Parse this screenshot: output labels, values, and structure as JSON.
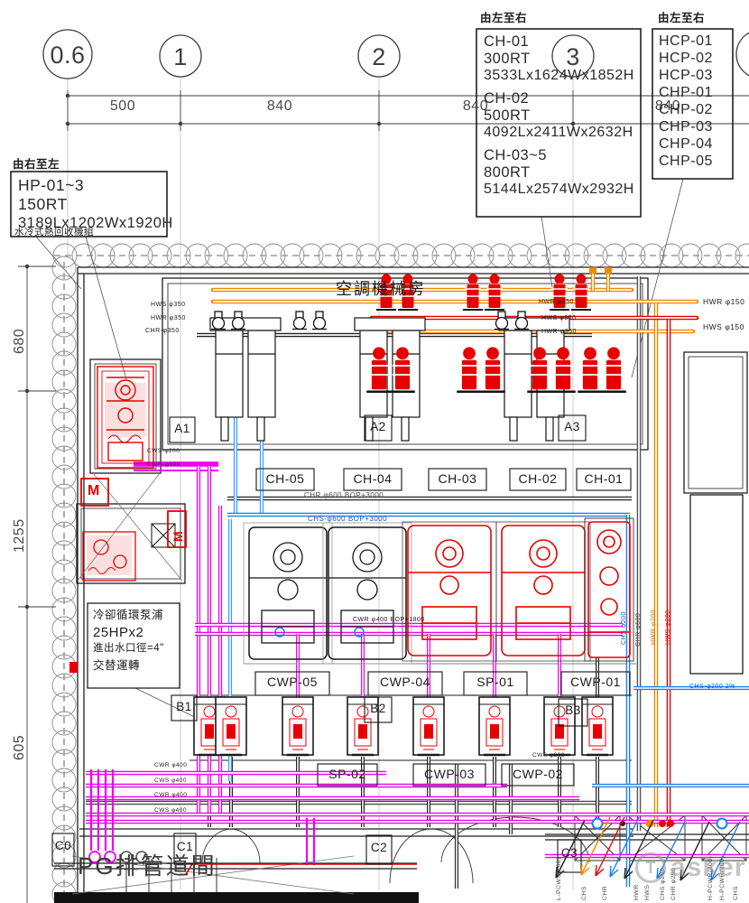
{
  "grid": {
    "bubbles": [
      "0.6",
      "1",
      "2",
      "3"
    ],
    "dims": [
      "500",
      "840",
      "840",
      "840"
    ]
  },
  "vdims": [
    "680",
    "1255",
    "605"
  ],
  "callout_hp": {
    "dir": "由右至左",
    "lines": [
      "HP-01~3",
      "150RT",
      "3189Lx1202Wx1920H"
    ],
    "note": "水冷式熱回收機組"
  },
  "callout_ch": {
    "dir": "由左至右",
    "lines": [
      "CH-01",
      "300RT",
      "3533Lx1624Wx1852H",
      "CH-02",
      "500RT",
      "4092Lx2411Wx2632H",
      "CH-03~5",
      "800RT",
      "5144Lx2574Wx2932H"
    ]
  },
  "callout_cp": {
    "dir": "由左至右",
    "lines": [
      "HCP-01",
      "HCP-02",
      "HCP-03",
      "CHP-01",
      "CHP-02",
      "CHP-03",
      "CHP-04",
      "CHP-05"
    ]
  },
  "room_title": "空調機械房",
  "shaft_label": "PG排管道間",
  "pump_note": {
    "lines": [
      "冷卻循環泵浦",
      "25HPx2",
      "進出水口徑=4\"",
      "交替運轉"
    ]
  },
  "zones": {
    "a": [
      "A1",
      "A2",
      "A3"
    ],
    "b": [
      "B1",
      "B2",
      "B3"
    ],
    "c": [
      "C0",
      "C1",
      "C2",
      "C3"
    ]
  },
  "chillers": [
    "CH-05",
    "CH-04",
    "CH-03",
    "CH-02",
    "CH-01"
  ],
  "pumps_row1": [
    "CWP-05",
    "CWP-04",
    "SP-01",
    "CWP-01"
  ],
  "pumps_row2": [
    "SP-02",
    "CWP-03",
    "CWP-02"
  ],
  "motor": "M",
  "pipe_labels": {
    "hws350": "HWS φ350",
    "hwr350": "HWR φ350",
    "chr350": "CHR-φ350",
    "hwr150": "HWR φ150",
    "hws150": "HWS φ150",
    "hwr350_main": "HWR φ350",
    "hws350_main": "HWS φ350",
    "hwr350_low": "HWR φ350",
    "chr600": "CHR φ600 BOP+3000",
    "chs600": "CHS-φ600 BOP+3000",
    "cwr400_bop": "CWR φ400 BOP+1800",
    "cws200": "CWS-φ200",
    "cwr100": "CWR-φ100",
    "cwr400": "CWR φ400",
    "cws400": "CWS φ400",
    "cws600": "CWS φ600",
    "v_chs": "CHS φ200",
    "v_chr": "CHR φ600",
    "v_hwr": "HWR φ200",
    "v_hws": "HWS φ200",
    "chs200": "CHS-φ200 2%",
    "br": [
      "L-PCWS(200)",
      "CHS",
      "CHR",
      "HWR",
      "HWS",
      "CHS φ200",
      "CHR φ250",
      "H-PCWR(200)",
      "H-PCWR(200)",
      "CHS"
    ]
  },
  "watermark": {
    "logo": "T",
    "text": "asker"
  }
}
